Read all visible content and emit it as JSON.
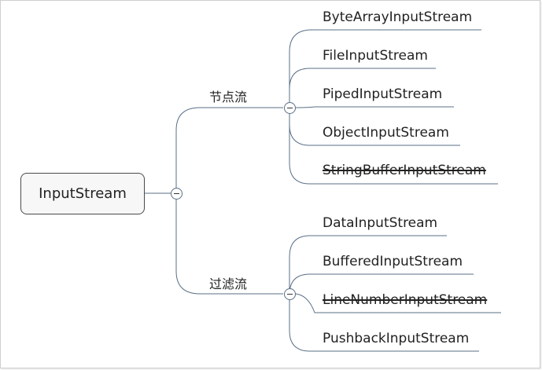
{
  "root": {
    "label": "InputStream"
  },
  "branches": [
    {
      "label": "节点流",
      "children": [
        {
          "label": "ByteArrayInputStream",
          "deprecated": false
        },
        {
          "label": "FileInputStream",
          "deprecated": false
        },
        {
          "label": "PipedInputStream",
          "deprecated": false
        },
        {
          "label": "ObjectInputStream",
          "deprecated": false
        },
        {
          "label": "StringBufferInputStream",
          "deprecated": true
        }
      ]
    },
    {
      "label": "过滤流",
      "children": [
        {
          "label": "DataInputStream",
          "deprecated": false
        },
        {
          "label": "BufferedInputStream",
          "deprecated": false
        },
        {
          "label": "LineNumberInputStream",
          "deprecated": true
        },
        {
          "label": "PushbackInputStream",
          "deprecated": false
        }
      ]
    }
  ],
  "colors": {
    "connector": "#5a6f86",
    "text": "#222222",
    "root_border": "#4a4a4a",
    "root_fill": "#f7f7f7"
  },
  "icons": {
    "collapse": "minus-circle-icon"
  }
}
